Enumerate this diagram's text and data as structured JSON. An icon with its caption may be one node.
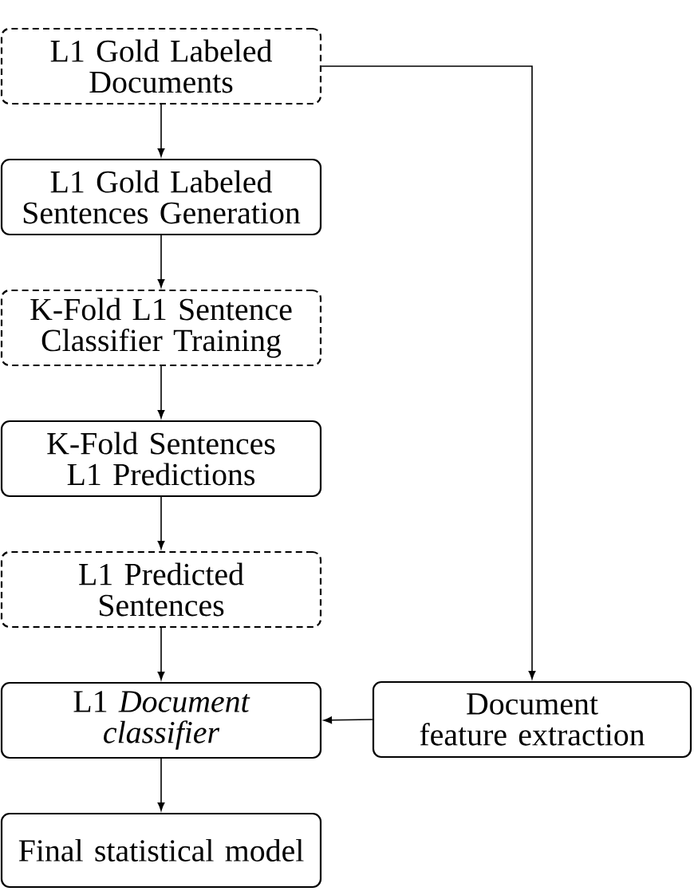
{
  "diagram": {
    "nodes": [
      {
        "text": [
          "L1 Gold Labeled Documents"
        ]
      },
      {
        "text": [
          "L1 Gold Labeled Sentences Generation"
        ]
      },
      {
        "text": [
          "K-Fold L1 Sentence Classifier Training"
        ]
      },
      {
        "text": [
          "K-Fold Sentences L1 Predictions"
        ]
      },
      {
        "text": [
          "L1 Predicted Sentences"
        ]
      },
      {
        "text": [
          "L1 *Document classifier*"
        ]
      },
      {
        "text": [
          "Final statistical model"
        ]
      },
      {
        "text": [
          "Document feature extraction"
        ]
      }
    ],
    "edges": [
      {
        "from": 0,
        "to": 1,
        "arrow": "to"
      },
      {
        "from": 1,
        "to": 2,
        "arrow": "to"
      },
      {
        "from": 2,
        "to": 3,
        "arrow": "to"
      },
      {
        "from": 3,
        "to": 4,
        "arrow": "to"
      },
      {
        "from": 4,
        "to": 5,
        "arrow": "to"
      },
      {
        "from": 5,
        "to": 6,
        "arrow": "to"
      },
      {
        "from": 0,
        "to": 7,
        "arrow": "to"
      },
      {
        "from": 7,
        "to": 5,
        "arrow": "to"
      }
    ]
  }
}
